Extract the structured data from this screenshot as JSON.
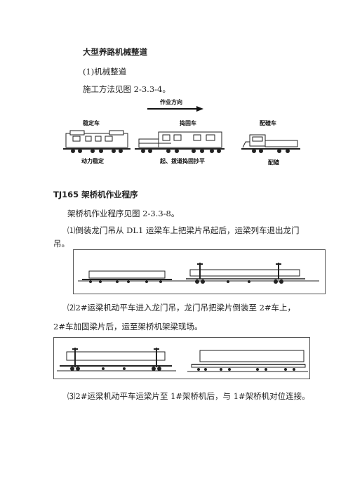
{
  "section1": {
    "heading": "大型养路机械整道",
    "sub": "(1)机械整道",
    "line": "施工方法见图 2-3.3-4。"
  },
  "figure1": {
    "direction_label": "作业方向",
    "top_labels": [
      "稳定车",
      "捣固车",
      "配碴车"
    ],
    "bottom_labels": [
      "动力稳定",
      "起、拨道捣固抄平",
      "配碴"
    ]
  },
  "section2": {
    "heading": "TJ165 架桥机作业程序",
    "intro": "架桥机作业程序见图 2-3.3-8。",
    "step1_a": "⑴倒装龙门吊从 DL1 运梁车上把梁片吊起后，运梁列车退出龙门",
    "step1_b": "吊。",
    "step2_a": "⑵2#运梁机动平车进入龙门吊，龙门吊把梁片倒装至  2#车上，",
    "step2_b": "2#车加固梁片后，运至架桥机架梁现场。",
    "step3": "⑶2#运梁机动平车运梁片至 1#架桥机后，与 1#架桥机对位连接。"
  },
  "colors": {
    "text": "#222222",
    "frame": "#555555",
    "arrow": "#111111"
  }
}
